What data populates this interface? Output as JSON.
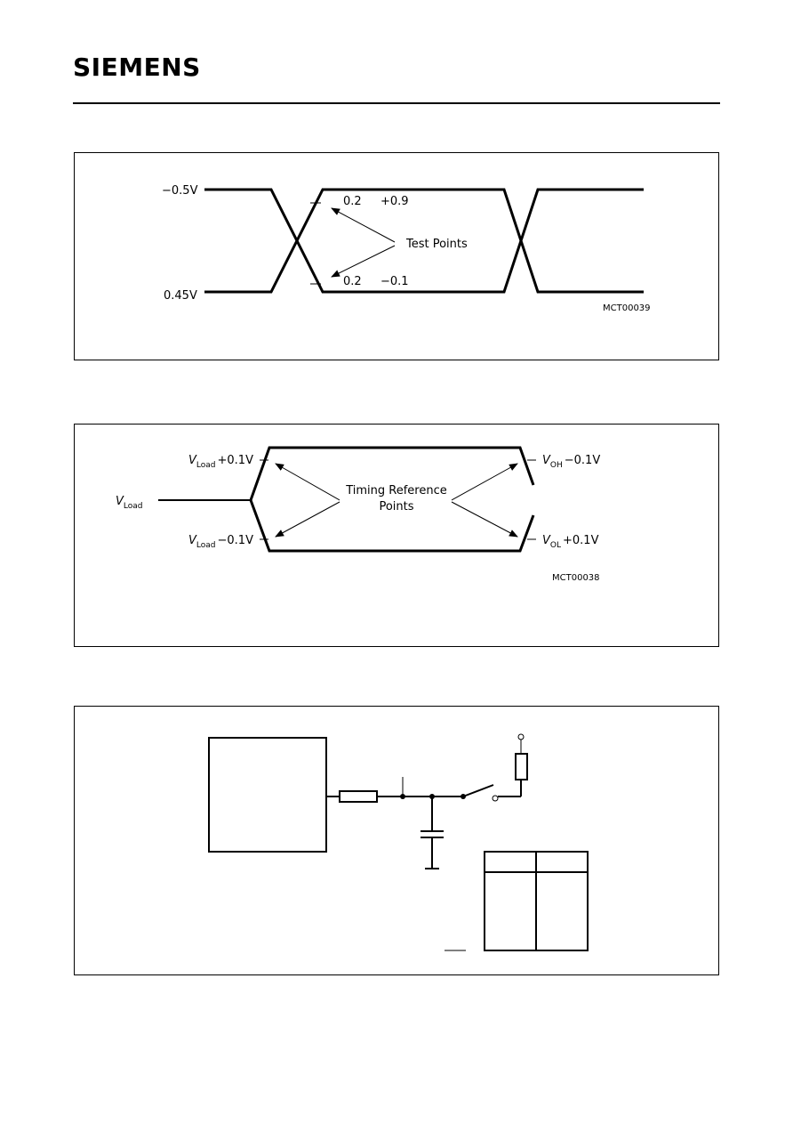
{
  "header": {
    "logo": "SIEMENS"
  },
  "diagram1": {
    "high_level": "−0.5V",
    "low_level": "0.45V",
    "upper_test_value": "0.2",
    "upper_test_offset": "+0.9",
    "lower_test_value": "0.2",
    "lower_test_offset": "−0.1",
    "annotation": "Test Points",
    "figure_code": "MCT00039"
  },
  "diagram2": {
    "v": "V",
    "load_sub": "Load",
    "oh_sub": "OH",
    "ol_sub": "OL",
    "plus": "+0.1V",
    "minus": "−0.1V",
    "annotation_line1": "Timing Reference",
    "annotation_line2": "Points",
    "figure_code": "MCT00038"
  }
}
